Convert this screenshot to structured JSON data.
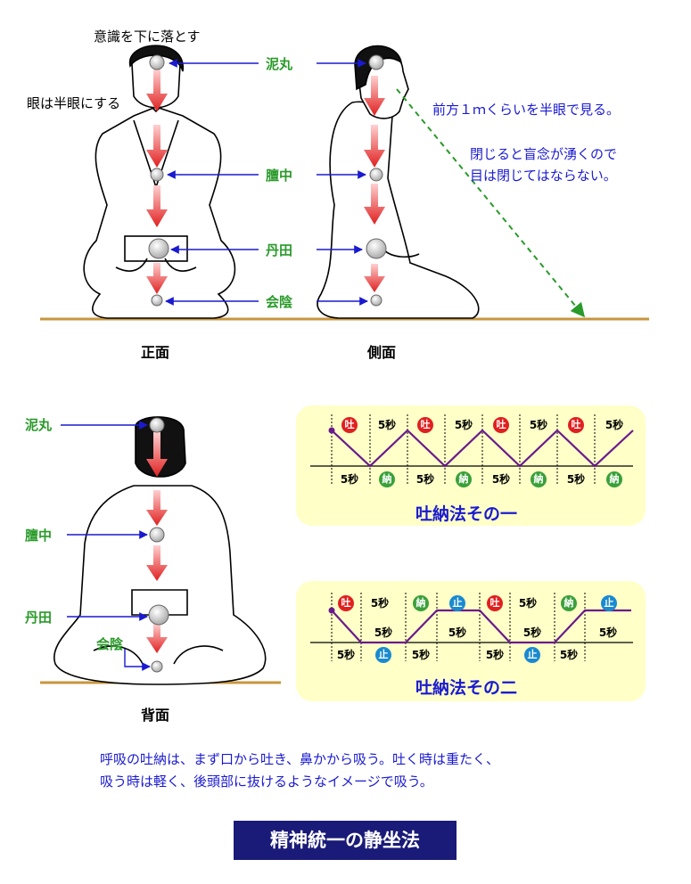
{
  "colors": {
    "accent_blue": "#1a1ad0",
    "accent_green": "#2a9a2a",
    "arrow_red": "#e02020",
    "floor": "#c8963c",
    "panel": "#ffffc8",
    "banner": "#1a1a78",
    "wave": "#6a1a8c",
    "inhale_badge": "#3aa03a",
    "exhale_badge": "#e02020",
    "hold_badge": "#1a8ad0"
  },
  "top": {
    "focus_note": "意識を下に落とす",
    "eye_note": "眼は半眼にする",
    "label_niwan": "泥丸",
    "label_danchu": "膻中",
    "label_tanden": "丹田",
    "label_ein": "会陰",
    "gaze_line1": "前方１ｍくらいを半眼で見る。",
    "gaze_line2": "閉じると盲念が湧くので",
    "gaze_line3": "目は閉じてはならない。",
    "caption_front": "正面",
    "caption_side": "側面"
  },
  "back": {
    "label_niwan": "泥丸",
    "label_danchu": "膻中",
    "label_tanden": "丹田",
    "label_ein": "会陰",
    "caption_back": "背面"
  },
  "method1": {
    "title": "吐納法その一",
    "upper_marks": [
      "吐",
      "5秒",
      "吐",
      "5秒",
      "吐",
      "5秒",
      "吐",
      "5秒"
    ],
    "lower_marks": [
      "5秒",
      "納",
      "5秒",
      "納",
      "5秒",
      "納",
      "5秒",
      "納"
    ]
  },
  "method2": {
    "title": "吐納法その二",
    "upper_marks": [
      "吐",
      "5秒",
      "納",
      "止",
      "吐",
      "5秒",
      "納",
      "止"
    ],
    "mid_marks": [
      "5秒",
      "5秒",
      "5秒",
      "5秒"
    ],
    "lower_marks": [
      "5秒",
      "止",
      "5秒",
      "5秒",
      "止",
      "5秒"
    ]
  },
  "note": {
    "line1": "呼吸の吐納は、まず口から吐き、鼻かから吸う。吐く時は重たく、",
    "line2": "吸う時は軽く、後頭部に抜けるようなイメージで吸う。"
  },
  "banner": "精神統一の静坐法"
}
